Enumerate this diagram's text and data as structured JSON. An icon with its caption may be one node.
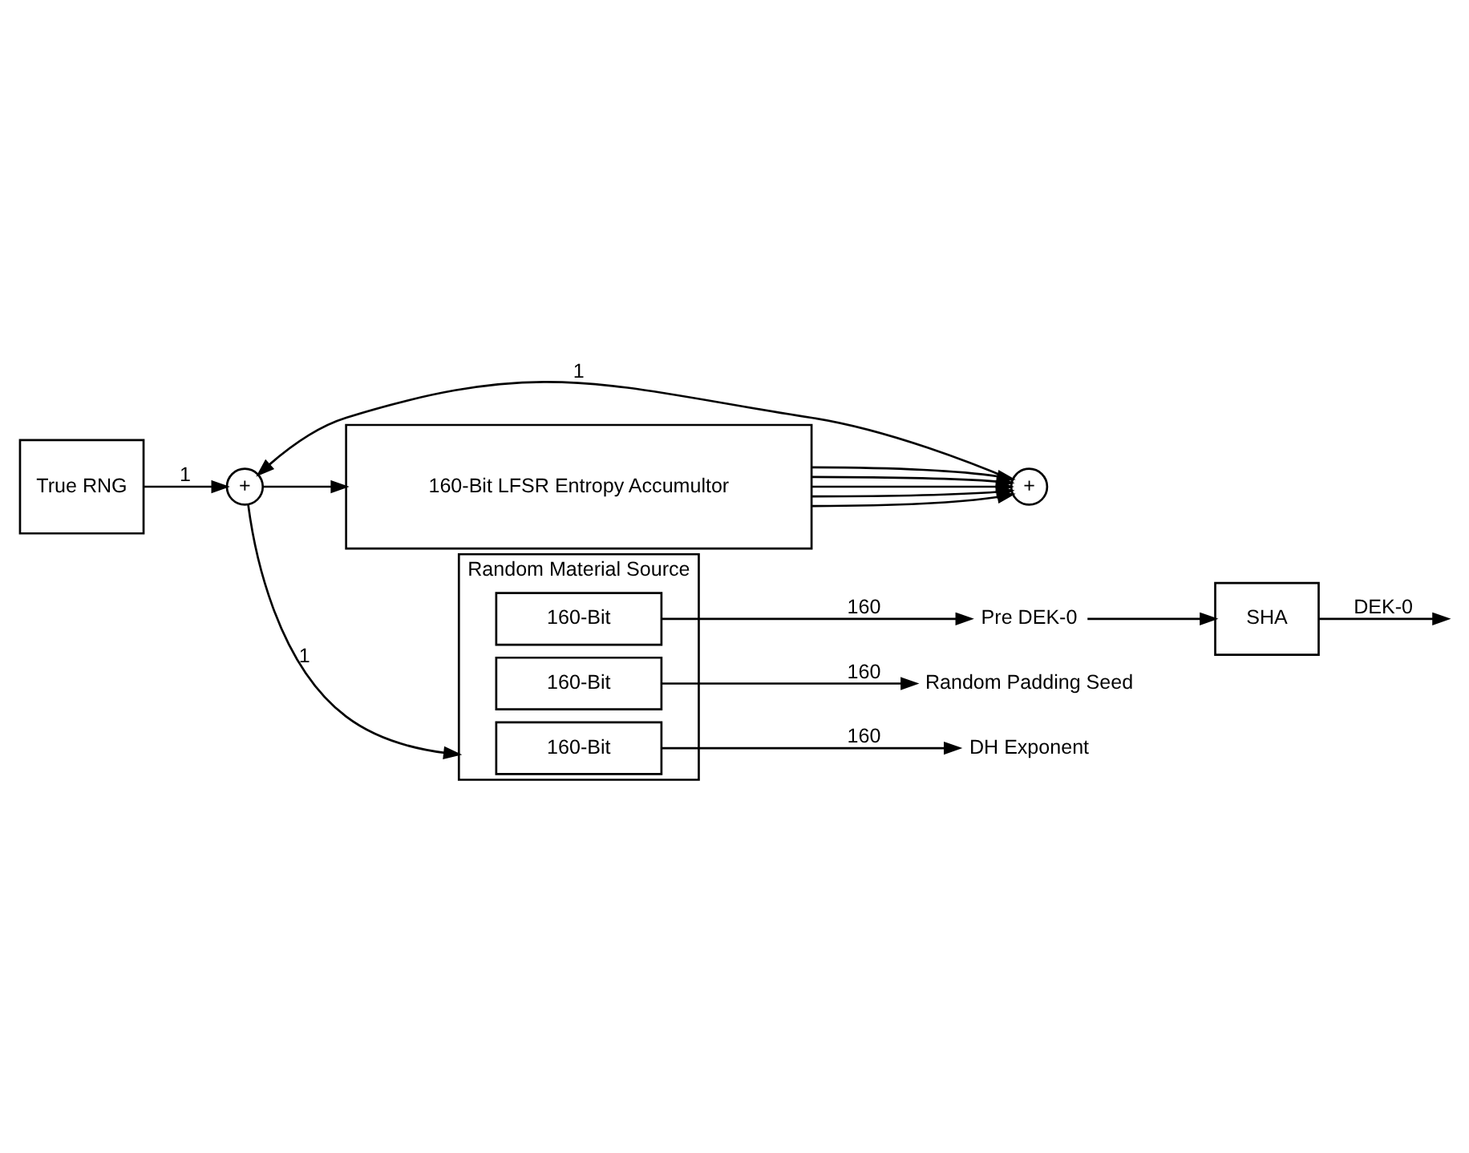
{
  "diagram": {
    "nodes": [
      {
        "text": [
          "True RNG"
        ]
      },
      {
        "text": [
          "+"
        ]
      },
      {
        "text": [
          "160-Bit LFSR Entropy Accumultor"
        ]
      },
      {
        "text": [
          "+"
        ]
      },
      {
        "text": [
          "Random Material Source"
        ]
      },
      {
        "text": [
          "160-Bit"
        ],
        "in": 4
      },
      {
        "text": [
          "160-Bit"
        ],
        "in": 4
      },
      {
        "text": [
          "160-Bit"
        ],
        "in": 4
      },
      {
        "text": [
          "DH Exponent"
        ]
      },
      {
        "text": [
          "Pre DEK-0"
        ]
      },
      {
        "text": [
          "SHA"
        ]
      },
      {
        "text": [
          "Random Padding Seed"
        ]
      }
    ],
    "edges": [
      {
        "from": 0,
        "to": 1,
        "arrow": "to",
        "label": "1"
      },
      {
        "from": 1,
        "to": 2,
        "arrow": "to"
      },
      {
        "from": 1,
        "to": 4,
        "arrow": "to",
        "label": "1"
      },
      {
        "from": 2,
        "to": 3,
        "arrow": "to"
      },
      {
        "from": 2,
        "to": 3,
        "arrow": "to"
      },
      {
        "from": 2,
        "to": 3,
        "arrow": "to"
      },
      {
        "from": 2,
        "to": 3,
        "arrow": "to"
      },
      {
        "from": 2,
        "to": 3,
        "arrow": "to"
      },
      {
        "from": 3,
        "to": 1,
        "arrow": "to",
        "label": "1"
      },
      {
        "from": 5,
        "to": 8,
        "arrow": "to",
        "label": "160"
      },
      {
        "from": 6,
        "to": 9,
        "arrow": "to",
        "label": "160"
      },
      {
        "from": 7,
        "to": 11,
        "arrow": "to",
        "label": "160"
      },
      {
        "from": 9,
        "to": 10,
        "arrow": "to"
      },
      {
        "from": 10,
        "to": null,
        "arrow": "to",
        "label": "DEK-0"
      }
    ]
  }
}
